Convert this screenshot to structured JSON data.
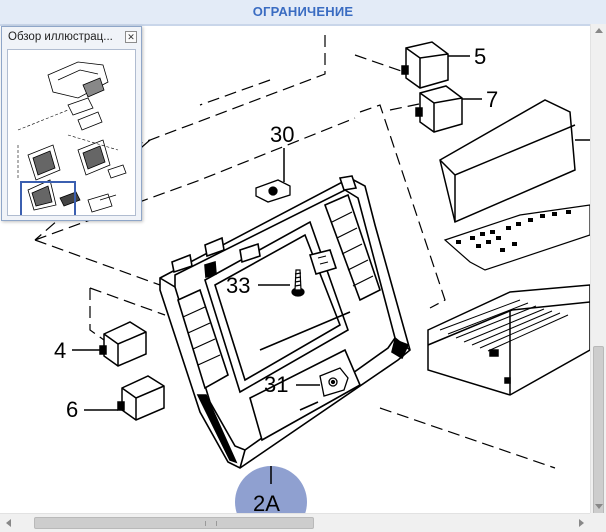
{
  "header": {
    "title": "ОГРАНИЧЕНИЕ"
  },
  "overview": {
    "title": "Обзор иллюстрац...",
    "close_label": "✕"
  },
  "callouts": {
    "c5": "5",
    "c7": "7",
    "c30": "30",
    "c33": "33",
    "c4": "4",
    "c6": "6",
    "c31": "31",
    "c2a": "2A"
  },
  "colors": {
    "header_bg": "#e3ebf7",
    "header_text": "#3a6cc2",
    "highlight_circle": "#8fa0d0",
    "overview_frame": "#3b5fb0"
  },
  "icons": {
    "close": "close-icon",
    "scroll_up": "arrow-up-icon",
    "scroll_down": "arrow-down-icon",
    "scroll_left": "arrow-left-icon",
    "scroll_right": "arrow-right-icon"
  }
}
